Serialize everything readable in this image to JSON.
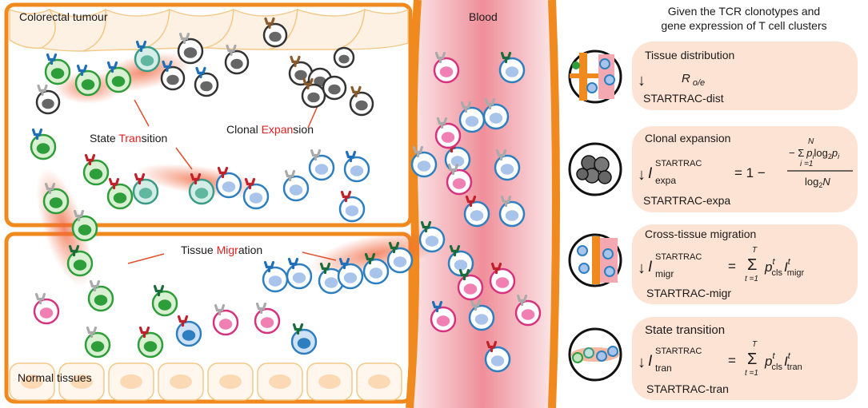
{
  "regions": {
    "tumour": "Colorectal tumour",
    "normal": "Normal tissues",
    "blood": "Blood"
  },
  "process_labels": {
    "state_transition": {
      "pre": "State ",
      "hi": "Tran",
      "post": "sition"
    },
    "clonal_expansion": {
      "pre": "Clonal ",
      "hi": "Expan",
      "post": "sion"
    },
    "tissue_migration": {
      "pre": "Tissue ",
      "hi": "Migr",
      "post": "ation"
    }
  },
  "intro": {
    "line1": "Given the TCR clonotypes and",
    "line2": "gene expression of T cell clusters"
  },
  "panels": [
    {
      "title": "Tissue distribution",
      "method": "STARTRAC-dist"
    },
    {
      "title": "Clonal expansion",
      "method": "STARTRAC-expa"
    },
    {
      "title": "Cross-tissue migration",
      "method": "STARTRAC-migr"
    },
    {
      "title": "State transition",
      "method": "STARTRAC-tran"
    }
  ],
  "formulas": {
    "dist": {
      "symbol": "R",
      "sub": "o/e"
    },
    "expa": {
      "I": "I",
      "sup": "STARTRAC",
      "sub": "expa",
      "eq": "= 1 −",
      "N_top": "N",
      "minus_sum": "− Σ",
      "pterm": "p",
      "pi_sub": "i",
      "log": "log",
      "log_sub": "2",
      "i_eq": "i =1",
      "den_log": "log",
      "den_sub": "2",
      "den_N": "N"
    },
    "migr": {
      "I": "I",
      "sup": "STARTRAC",
      "sub": "migr",
      "eq": "=",
      "sum": "Σ",
      "T": "T",
      "t1": "t =1",
      "p": "p",
      "p_sup": "t",
      "p_sub": "cls",
      "I2": "I",
      "I2_sup": "t",
      "I2_sub": "migr"
    },
    "tran": {
      "I": "I",
      "sup": "STARTRAC",
      "sub": "tran",
      "eq": "=",
      "sum": "Σ",
      "T": "T",
      "t1": "t =1",
      "p": "p",
      "p_sup": "t",
      "p_sub": "cls",
      "I2": "I",
      "I2_sup": "t",
      "I2_sub": "tran"
    }
  },
  "colors": {
    "tissue_border": "#f08a1e",
    "blood_light": "#f8dfe1",
    "blood_dark": "#ee8e99",
    "gradient": "#f0643c",
    "panel_bg": "#fde3d3",
    "green": "#2e9e3a",
    "teal": "#3a9c86",
    "blue": "#2e7fc0",
    "pink": "#d6337f",
    "gray": "#555555",
    "highlight_red": "#e02020"
  }
}
